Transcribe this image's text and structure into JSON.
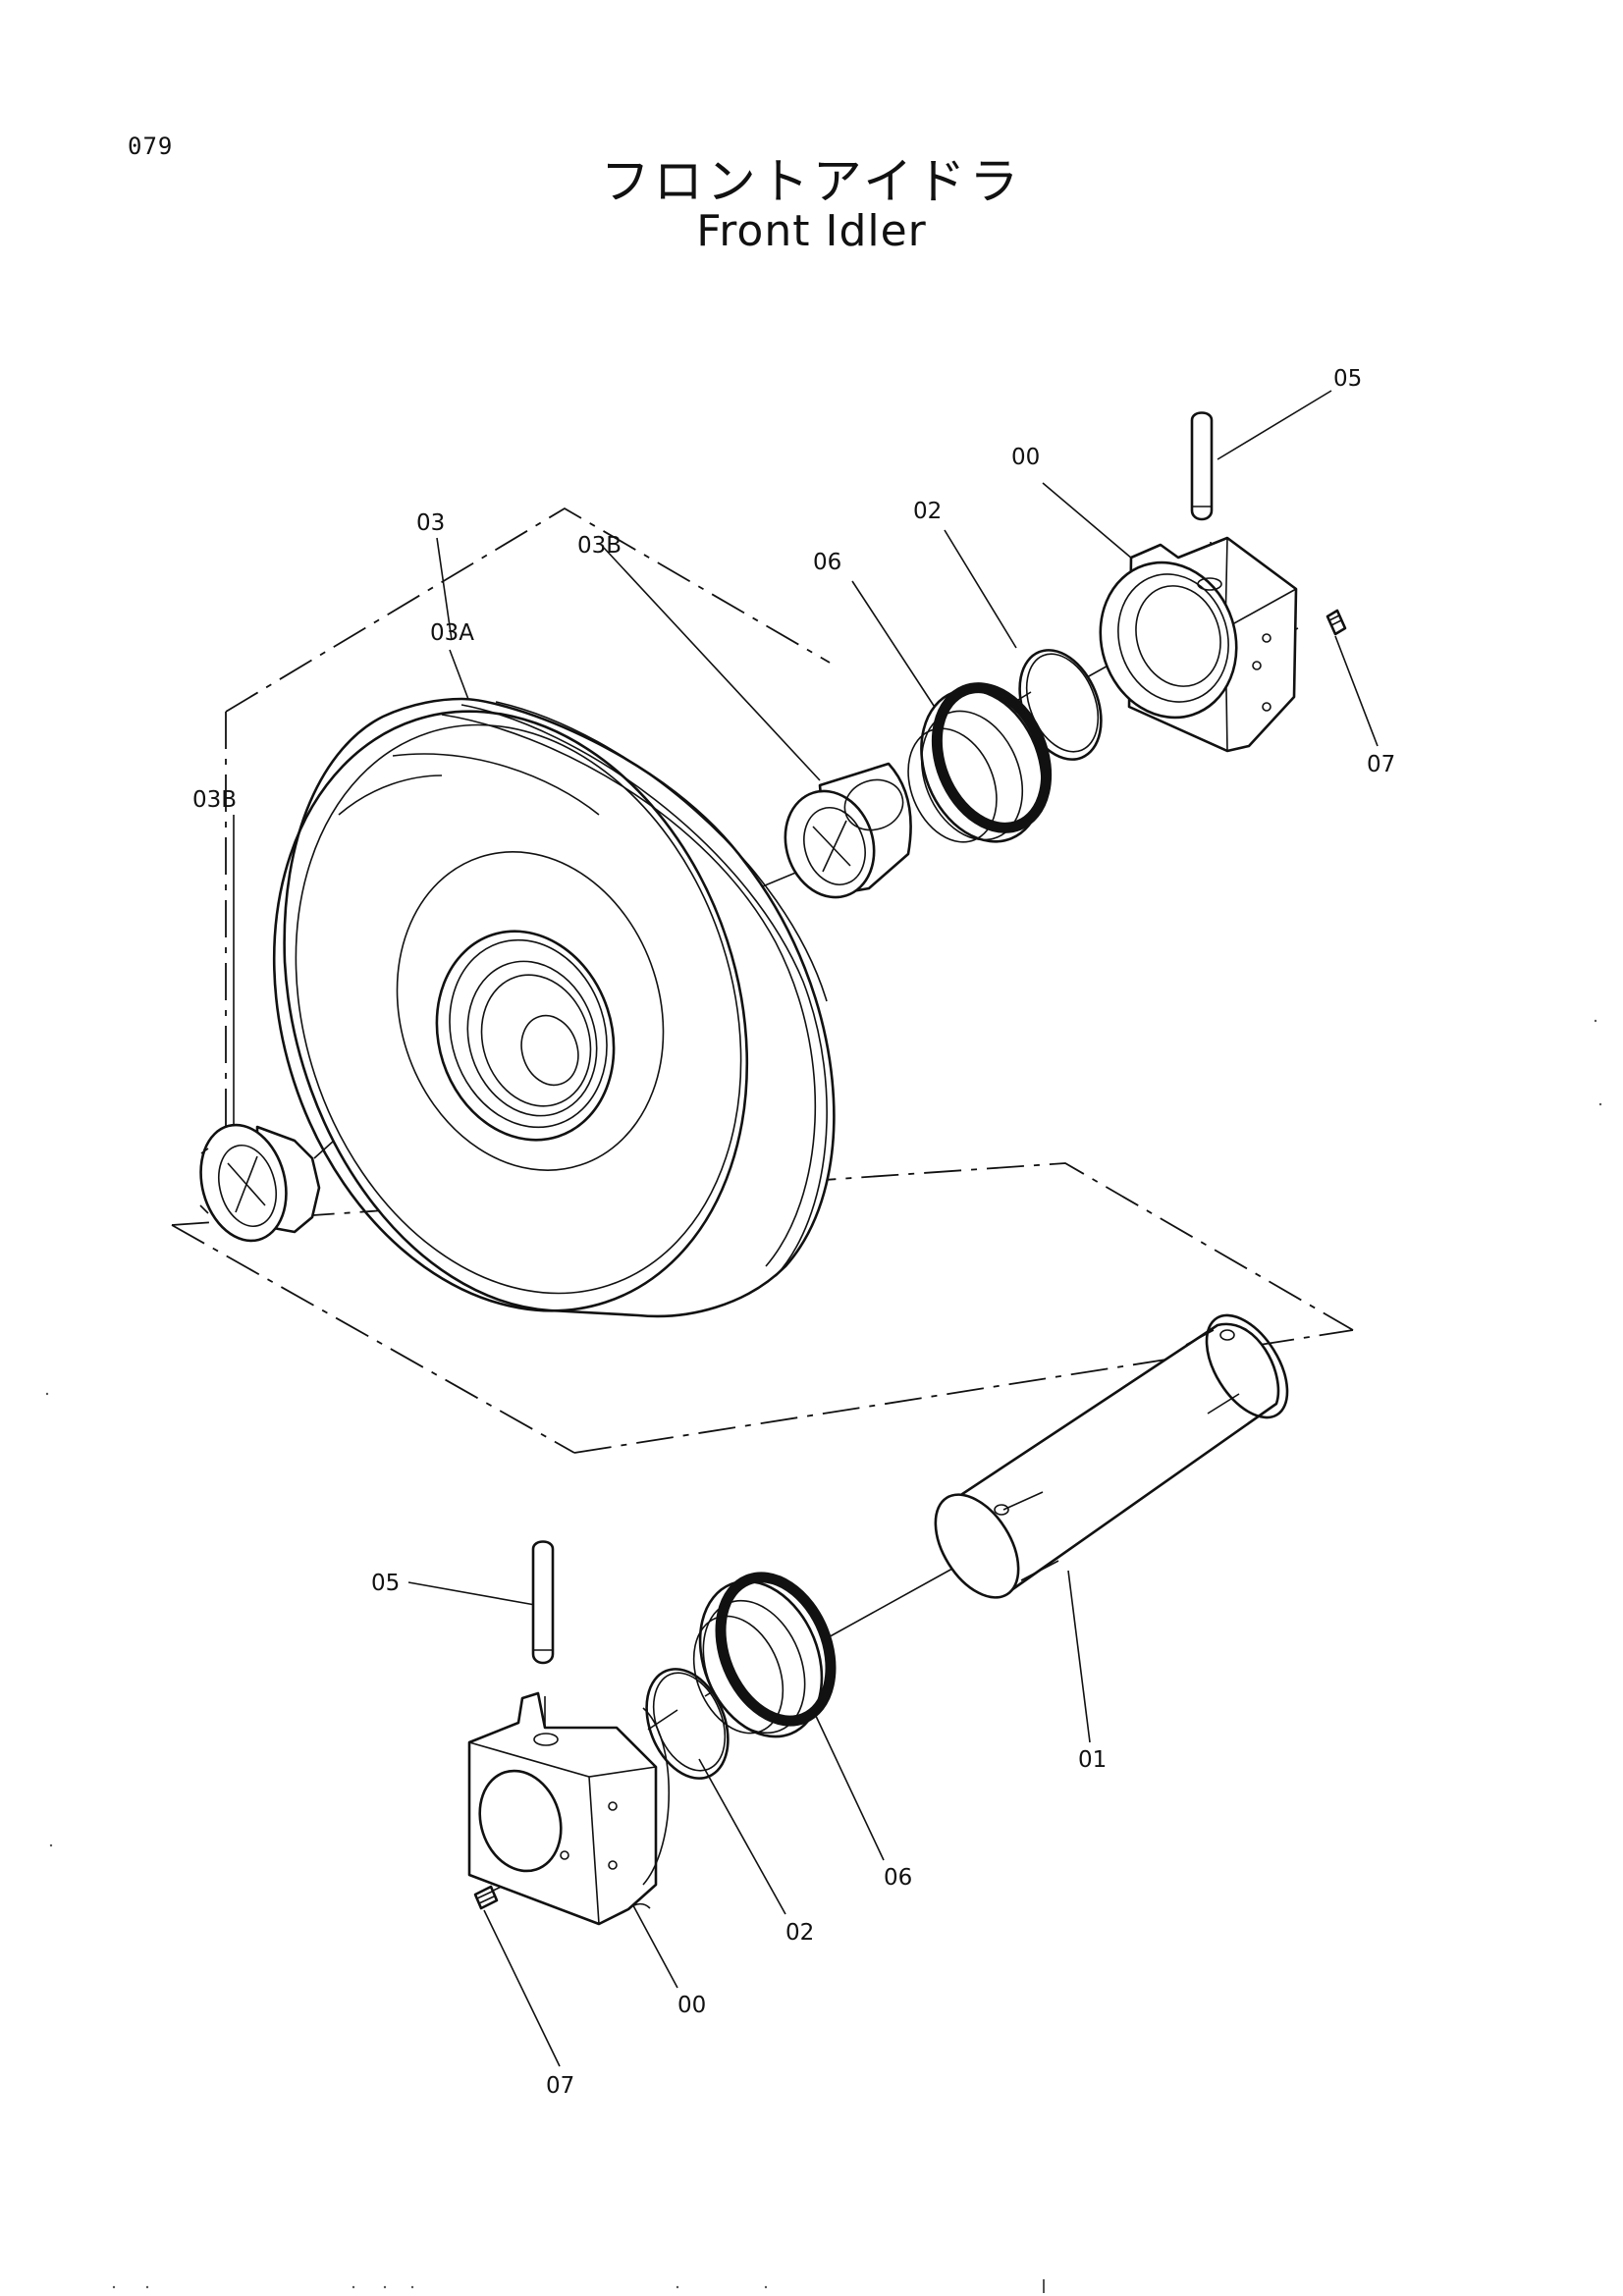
{
  "page_number": "079",
  "title_jp": "フロントアイドラ",
  "title_en": "Front Idler",
  "labels": {
    "l05_top": "05",
    "l00_top": "00",
    "l02_top": "02",
    "l06_top": "06",
    "l03": "03",
    "l03b_top": "03B",
    "l03a": "03A",
    "l03b_left": "03B",
    "l07_top": "07",
    "l05_bottom": "05",
    "l01": "01",
    "l06_bottom": "06",
    "l02_bottom": "02",
    "l00_bottom": "00",
    "l07_bottom": "07"
  }
}
